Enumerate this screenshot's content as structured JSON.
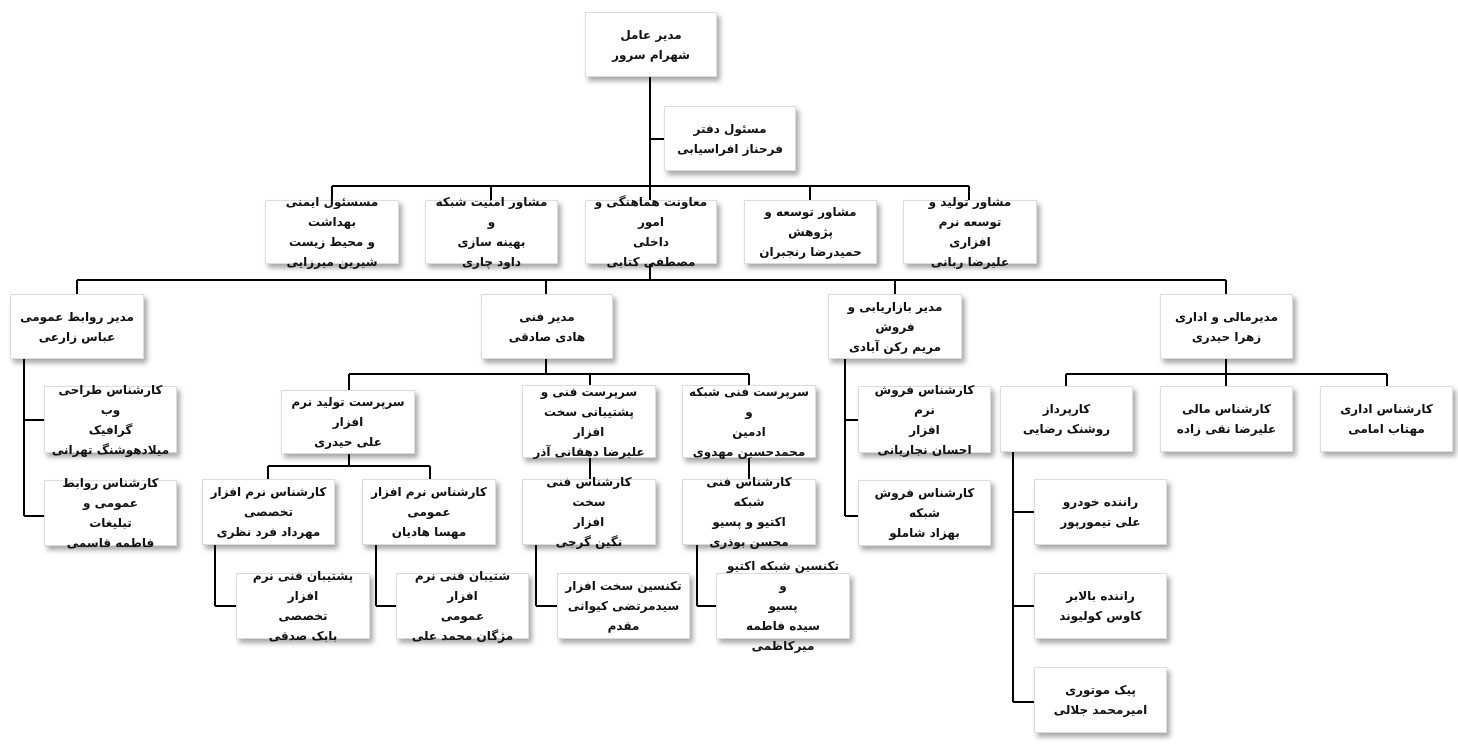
{
  "nodes": {
    "ceo": {
      "title": "مدیر عامل",
      "name": "شهرام سرور"
    },
    "office": {
      "title": "مسئول دفتر",
      "name": "فرحناز افراسیابی"
    },
    "hse": {
      "title1": "مسسئول ایمنی بهداشت",
      "title2": "و محیط زیست",
      "name": "شیرین میرزایی"
    },
    "netsec": {
      "title1": "مشاور امنیت شبکه و",
      "title2": "بهینه سازی",
      "name": "داود چاری"
    },
    "coord": {
      "title1": "معاونت هماهنگی و امور",
      "title2": "داخلی",
      "name": "مصطفی کتابی"
    },
    "rnd": {
      "title": "مشاور توسعه و پژوهش",
      "name": "حمیدرضا رنجبران"
    },
    "softadv": {
      "title1": "مشاور تولید و توسعه نرم",
      "title2": "افزاری",
      "name": "علیرضا ربانی"
    },
    "pr": {
      "title": "مدیر روابط عمومی",
      "name": "عباس زارعی"
    },
    "tech": {
      "title": "مدیر فنی",
      "name": "هادی صادقی"
    },
    "sales": {
      "title": "مدیر بازاریابی و فروش",
      "name": "مریم رکن آبادی"
    },
    "finance": {
      "title": "مدیرمالی و اداری",
      "name": "زهرا حیدری"
    },
    "design": {
      "title1": "کارشناس طراحی وب",
      "title2": "گرافیک",
      "name": "میلادهوشنگ تهرانی"
    },
    "prexp": {
      "title1": "کارشناس روابط عمومی و",
      "title2": "تبلیغات",
      "name": "فاطمه قاسمی"
    },
    "swsup": {
      "title": "سرپرست تولید نرم افزار",
      "name": "علی حیدری"
    },
    "hwsup": {
      "title1": "سرپرست فنی و",
      "title2": "پشتیبانی سخت افزار",
      "name": "علیرضا دهقانی آذر"
    },
    "netsup": {
      "title1": "سرپرست فنی شبکه و",
      "title2": "ادمین",
      "name": "محمدحسین مهدوی"
    },
    "swspec": {
      "title1": "کارشناس نرم افزار",
      "title2": "تخصصی",
      "name": "مهرداد فرد نظری"
    },
    "swgen": {
      "title1": "کارشناس نرم افزار",
      "title2": "عمومی",
      "name": "مهسا هادیان"
    },
    "hwexp": {
      "title1": "کارشناس فنی سخت",
      "title2": "افزار",
      "name": "نگین گرجی"
    },
    "netexp": {
      "title1": "کارشناس فنی شبکه",
      "title2": "اکتیو و پسیو",
      "name": "محسن بوذری"
    },
    "swsupspec": {
      "title1": "پشتیبان فنی نرم افزار",
      "title2": "تخصصی",
      "name": "بابک صدقی"
    },
    "swsupgen": {
      "title1": "شتیبان فنی نرم افزار",
      "title2": "عمومی",
      "name": "مژگان محمد علی"
    },
    "hwtech": {
      "title": "تکنسین سخت افزار",
      "name": "سیدمرتضی کیوانی مقدم"
    },
    "nettech": {
      "title1": "تکنسین شبکه اکتیو و",
      "title2": "پسیو",
      "name": "سیده فاطمه میرکاظمی"
    },
    "salessw": {
      "title1": "کارشناس فروش نرم",
      "title2": "افزار",
      "name": "احسان نجاریانی"
    },
    "salesnet": {
      "title": "کارشناس فروش شبکه",
      "name": "بهزاد شاملو"
    },
    "procure": {
      "title": "کارپرداز",
      "name": "روشنک رضایی"
    },
    "finexp": {
      "title": "کارشناس مالی",
      "name": "علیرضا نقی زاده"
    },
    "admexp": {
      "title": "کارشناس اداری",
      "name": "مهتاب امامی"
    },
    "driver": {
      "title": "راننده خودرو",
      "name": "علی تیمورپور"
    },
    "lift": {
      "title": "راننده بالابر",
      "name": "کاوس کولیوند"
    },
    "courier": {
      "title": "پیک موتوری",
      "name": "امیرمحمد جلالی"
    }
  }
}
